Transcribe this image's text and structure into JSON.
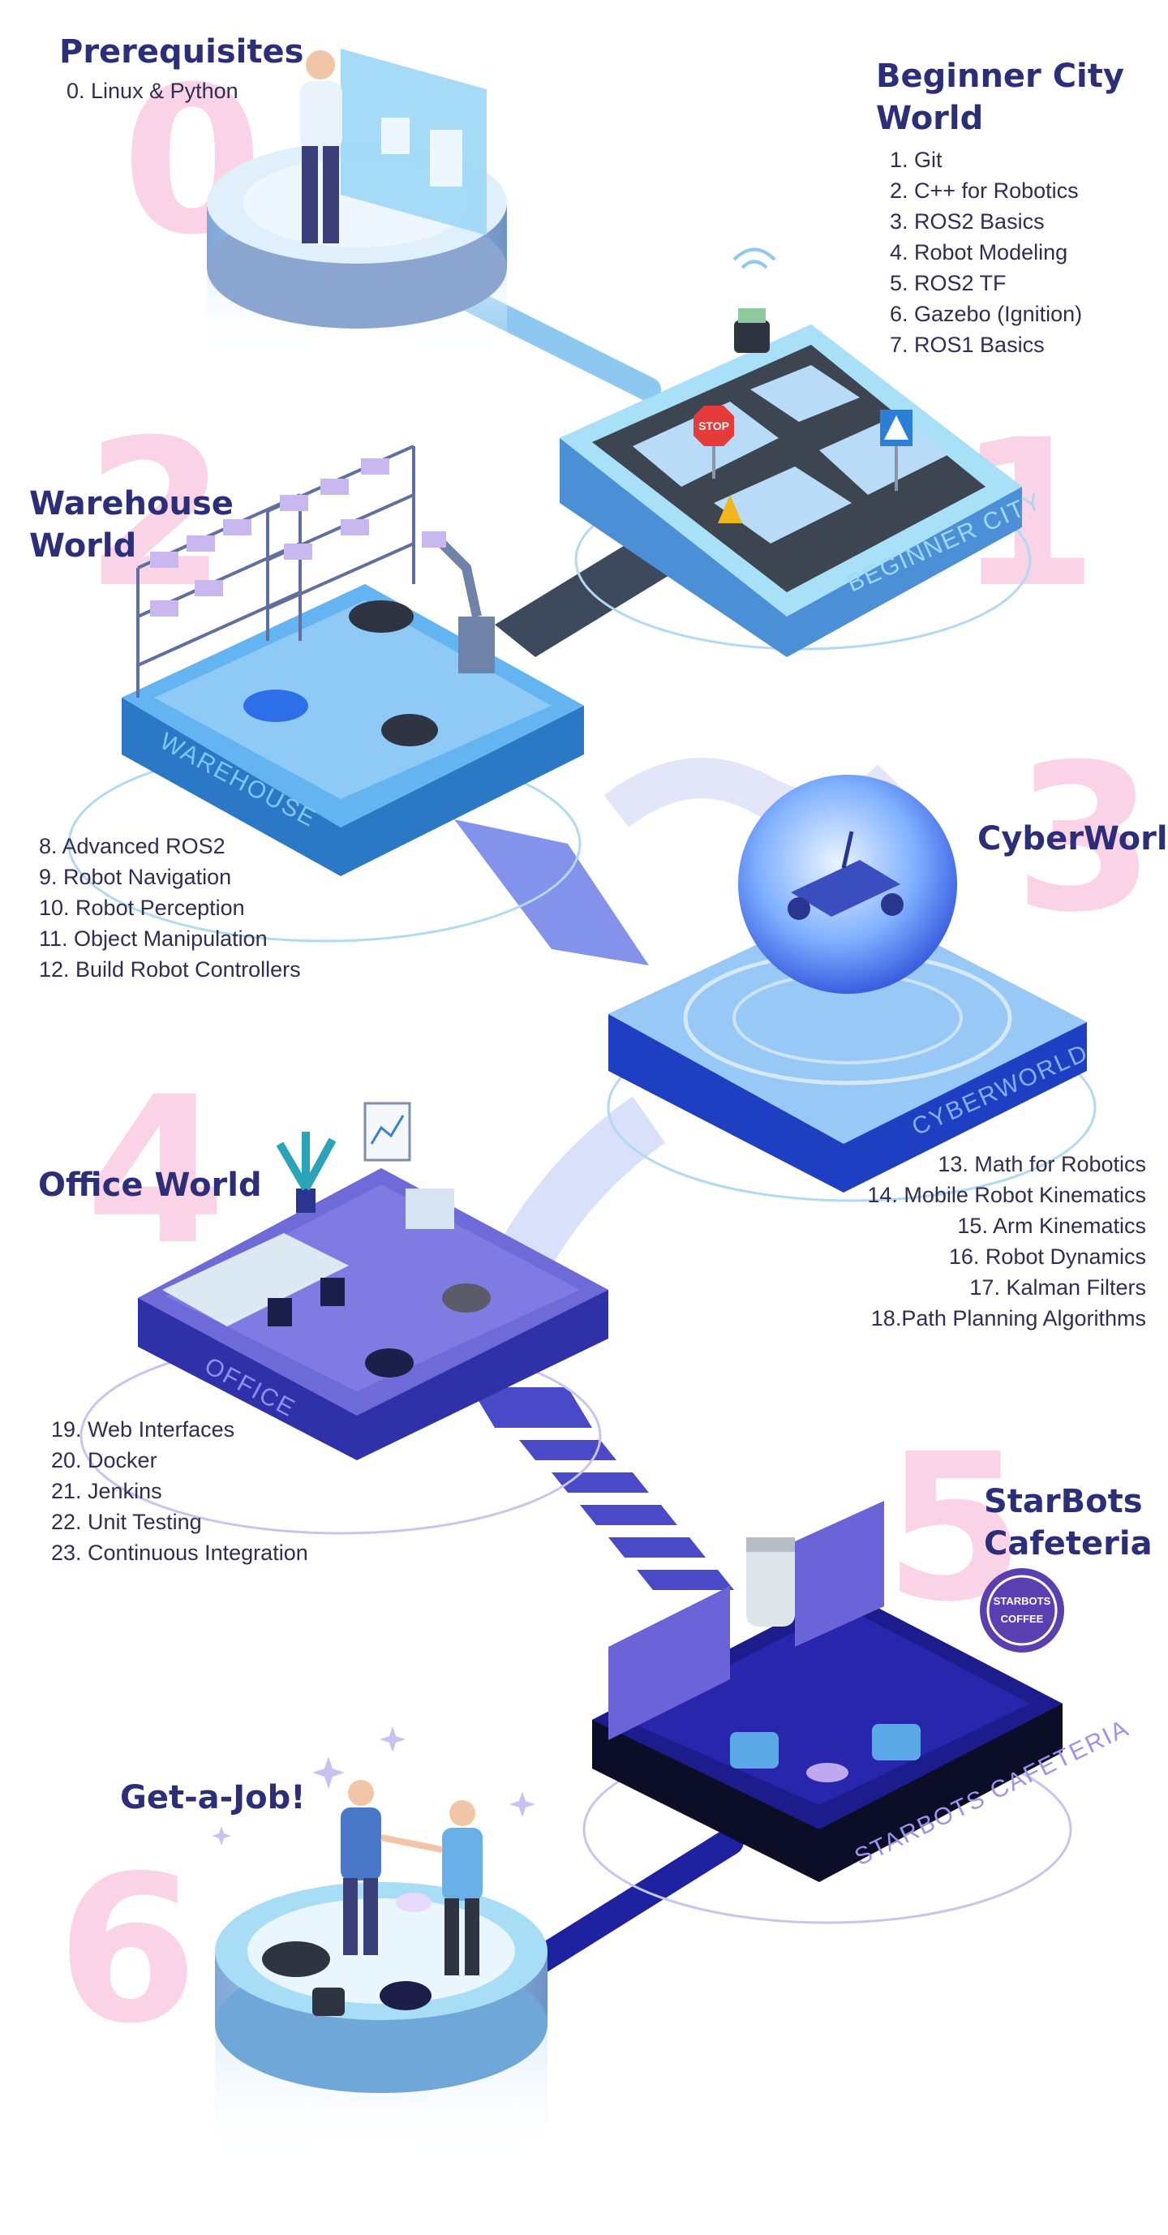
{
  "stages": {
    "prerequisites": {
      "number": "0",
      "title": "Prerequisites",
      "items": [
        "0.  Linux & Python"
      ]
    },
    "beginner_city": {
      "number": "1",
      "title_lines": [
        "Beginner City",
        "World"
      ],
      "platform_text": "BEGINNER CITY",
      "items": [
        "1.  Git",
        "2.  C++ for Robotics",
        "3.  ROS2 Basics",
        "4.  Robot Modeling",
        "5.  ROS2 TF",
        "6.  Gazebo (Ignition)",
        "7.  ROS1 Basics"
      ]
    },
    "warehouse": {
      "number": "2",
      "title_lines": [
        "Warehouse",
        "World"
      ],
      "platform_text": "WAREHOUSE",
      "items": [
        "8.   Advanced ROS2",
        "9.   Robot Navigation",
        "10. Robot Perception",
        "11.  Object Manipulation",
        "12. Build Robot Controllers"
      ]
    },
    "cyberworld": {
      "number": "3",
      "title": "CyberWorld",
      "platform_text": "CYBERWORLD",
      "items": [
        "13. Math for Robotics",
        "14. Mobile Robot Kinematics",
        "15. Arm Kinematics",
        "16. Robot Dynamics",
        "17. Kalman Filters",
        "18.Path Planning Algorithms"
      ]
    },
    "office": {
      "number": "4",
      "title": "Office World",
      "platform_text": "OFFICE",
      "items": [
        "19. Web Interfaces",
        "20. Docker",
        "21. Jenkins",
        "22. Unit Testing",
        "23. Continuous Integration"
      ]
    },
    "starbots": {
      "number": "5",
      "title_lines": [
        "StarBots",
        "Cafeteria"
      ],
      "platform_text": "STARBOTS CAFETERIA",
      "sign_text": [
        "STARBOTS",
        "COFFEE"
      ]
    },
    "get_a_job": {
      "number": "6",
      "title": "Get-a-Job!"
    }
  },
  "scene_signs": {
    "stop": "STOP"
  },
  "colors": {
    "title": "#2c2e7a",
    "text": "#2e2e52",
    "big_number": "#fbd3e6",
    "cyan": "#8fd6f5",
    "blue": "#3a63d6",
    "navy": "#1c1f8f",
    "purple": "#6b63d8"
  }
}
